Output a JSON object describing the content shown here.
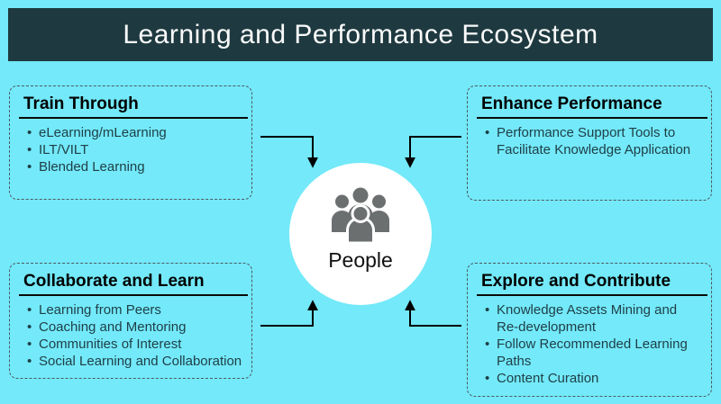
{
  "header": {
    "title": "Learning and Performance Ecosystem"
  },
  "center": {
    "label": "People",
    "icon": "people-group-icon"
  },
  "boxes": [
    {
      "title": "Train Through",
      "bullets": [
        "eLearning/mLearning",
        "ILT/VILT",
        "Blended Learning"
      ]
    },
    {
      "title": "Enhance Performance",
      "bullets": [
        "Performance Support Tools to Facilitate Knowledge Application"
      ]
    },
    {
      "title": "Collaborate and Learn",
      "bullets": [
        "Learning from Peers",
        "Coaching and Mentoring",
        "Communities of Interest",
        "Social Learning and Collaboration"
      ]
    },
    {
      "title": "Explore and Contribute",
      "bullets": [
        "Knowledge Assets Mining and Re-development",
        "Follow Recommended Learning Paths",
        "Content Curation"
      ]
    }
  ],
  "colors": {
    "background": "#73e9f9",
    "header_bg": "#1e3a40",
    "header_text": "#fafafa",
    "box_border": "#4e5a60",
    "title_text": "#000000",
    "bullet_text": "#1f3e46",
    "arrow": "#000000",
    "circle_bg": "#ffffff",
    "icon_gray": "#6b6f70"
  }
}
